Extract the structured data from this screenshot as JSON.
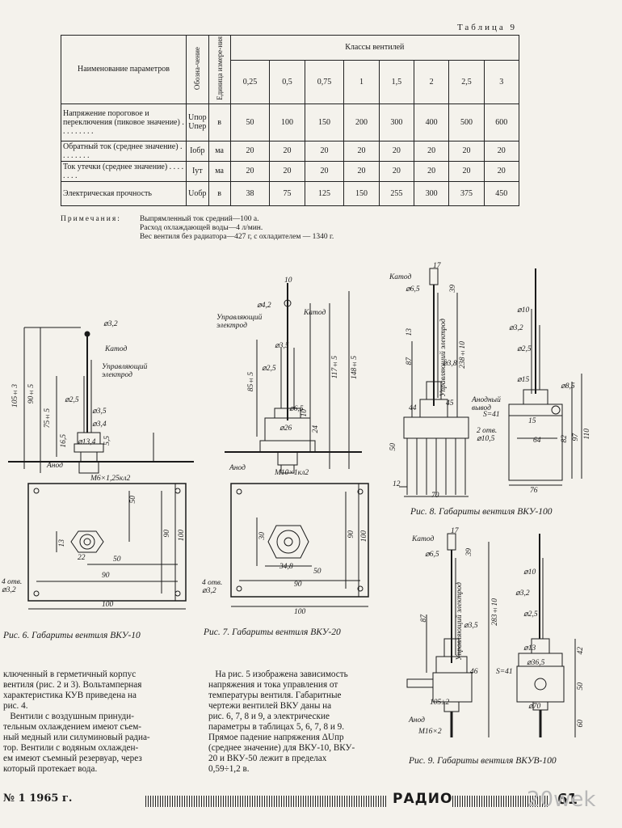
{
  "table": {
    "caption": "Таблица 9",
    "col_name": "Наименование параметров",
    "col_designation": "Обозна-чение",
    "col_unit": "Единица измере-ния",
    "col_classes": "Классы вентилей",
    "classes": [
      "0,25",
      "0,5",
      "0,75",
      "1",
      "1,5",
      "2",
      "2,5",
      "3"
    ],
    "rows": [
      {
        "name": "Напряжение пороговое и переключения (пиковое значение) . . . . . . . . .",
        "symbol": "Uпор Uпер",
        "unit": "в",
        "values": [
          "50",
          "100",
          "150",
          "200",
          "300",
          "400",
          "500",
          "600"
        ]
      },
      {
        "name": "Обратный ток (среднее значение) . . . . . . . .",
        "symbol": "Iобр",
        "unit": "ма",
        "values": [
          "20",
          "20",
          "20",
          "20",
          "20",
          "20",
          "20",
          "20"
        ]
      },
      {
        "name": "Ток утечки (среднее значение) . . . . . . . .",
        "symbol": "Iут",
        "unit": "ма",
        "values": [
          "20",
          "20",
          "20",
          "20",
          "20",
          "20",
          "20",
          "20"
        ]
      },
      {
        "name": "Электрическая прочность",
        "symbol": "Uобр",
        "unit": "в",
        "values": [
          "38",
          "75",
          "125",
          "150",
          "255",
          "300",
          "375",
          "450"
        ]
      }
    ]
  },
  "notes": {
    "label": "Примечания:",
    "lines": [
      "Выпрямленный ток средний—100 а.",
      "Расход охлаждающей воды—4 л/мин.",
      "Вес вентиля без радиатора—427 г, с охладителем — 1340 г."
    ]
  },
  "figures": {
    "fig6": {
      "caption": "Рис. 6. Габариты вентиля ВКУ-10",
      "labels": {
        "katod": "Катод",
        "upr": "Управляющий электрод",
        "anod": "Анод",
        "thread": "М6×1,25кл2",
        "d32": "⌀3,2",
        "d25": "⌀2,5",
        "d35": "⌀3,5",
        "d34": "⌀3,4",
        "d134": "⌀13,4",
        "h105": "105±3",
        "h90": "90±5",
        "h75": "75±5",
        "h165": "16,5",
        "h55": "5,5",
        "w100": "100",
        "w90": "90",
        "w50": "50",
        "h50": "50",
        "h13": "13",
        "w22": "22",
        "h90b": "90",
        "h100b": "100",
        "holes": "4 отв. ⌀3,2"
      }
    },
    "fig7": {
      "caption": "Рис. 7. Габариты вентиля ВКУ-20",
      "labels": {
        "d10": "10",
        "d42": "⌀4,2",
        "katod": "Катод",
        "upr": "Управляющий электрод",
        "d35": "⌀3,5",
        "d25": "⌀2,5",
        "h85": "85±5",
        "h117": "117±5",
        "h148": "148±5",
        "d65": "⌀6,5",
        "d26": "⌀26",
        "h24": "24",
        "h10": "10",
        "anod": "Анод",
        "thread": "М10×1кл2",
        "w348": "34,8",
        "h30": "30",
        "w50": "50",
        "w90": "90",
        "w100": "100",
        "h90b": "90",
        "h100b": "100",
        "holes": "4 отв. ⌀3,2"
      }
    },
    "fig8": {
      "caption": "Рис. 8. Габариты вентиля ВКУ-100",
      "labels": {
        "w17": "17",
        "katod": "Катод",
        "d65": "⌀6,5",
        "h39": "39",
        "upr": "Управляющий электрод",
        "h87": "87",
        "d38": "⌀3,8",
        "h13": "13",
        "h238": "238±10",
        "h44": "44",
        "h45": "45",
        "anod": "Анодный вывод",
        "s41": "S=41",
        "d10": "⌀10",
        "d32": "⌀3,2",
        "d25": "⌀2,5",
        "d15": "⌀15",
        "d85": "⌀8,5",
        "w64": "64",
        "w15": "15",
        "h82": "82",
        "h97": "97",
        "h110": "110",
        "holes2": "2 отв. ⌀10,5",
        "h50": "50",
        "w70": "70",
        "w12": "12",
        "w76": "76"
      }
    },
    "fig9": {
      "caption": "Рис. 9. Габариты вентиля ВКУВ-100",
      "labels": {
        "katod": "Катод",
        "w17": "17",
        "d65": "⌀6,5",
        "h39": "39",
        "upr": "Управляющий электрод",
        "h87": "87",
        "d35": "⌀3,5",
        "h283": "283±10",
        "h46": "46",
        "w1052": "105±2",
        "anod": "Анод",
        "thread": "М16×2",
        "d10": "⌀10",
        "d32": "⌀3,2",
        "d25": "⌀2,5",
        "d13": "⌀13",
        "d365": "⌀36,5",
        "s41": "S=41",
        "d70": "⌀70",
        "h42": "42",
        "h50": "50",
        "h60": "60"
      }
    }
  },
  "text_left": [
    "ключенный в герметичный корпус",
    "вентиля (рис. 2 и 3). Вольтамперная",
    "характеристика КУВ приведена на",
    "рис. 4.",
    "   Вентили с воздушным принуди-",
    "тельным охлаждением имеют съем-",
    "ный медный или силуминовый радиа-",
    "тор. Вентили с водяным охлажден-",
    "ем имеют съемный резервуар, через",
    "который протекает вода."
  ],
  "text_mid": [
    "   На рис. 5 изображена зависимость",
    "напряжения и тока управления от",
    "температуры вентиля. Габаритные",
    "чертежи вентилей ВКУ даны на",
    "рис. 6, 7, 8 и 9, а электрические",
    "параметры в таблицах 5, 6, 7, 8 и 9.",
    "Прямое падение напряжения ΔUпр",
    "(среднее значение) для ВКУ-10, ВКУ-",
    "20 и ВКУ-50 лежит в пределах",
    "0,59÷1,2 в."
  ],
  "footer": {
    "issue": "№ 1 1965 г.",
    "magazine": "РАДИО",
    "page": "61",
    "watermark": "20wek"
  },
  "colors": {
    "ink": "#1a1a1a",
    "paper": "#f4f2ec"
  }
}
